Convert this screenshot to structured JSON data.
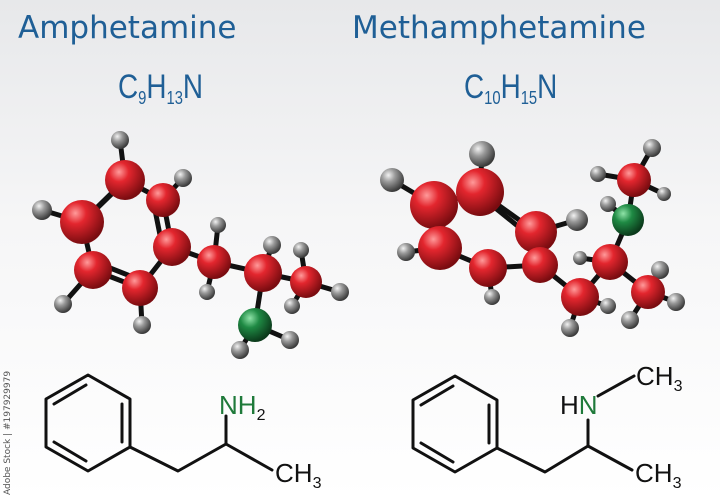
{
  "amphetamine": {
    "name": "Amphetamine",
    "formula": {
      "c": "C",
      "c_n": "9",
      "h": "H",
      "h_n": "13",
      "n": "N"
    },
    "structure": {
      "amine": "NH",
      "amine_sub": "2",
      "methyl": "CH",
      "methyl_sub": "3"
    }
  },
  "methamphetamine": {
    "name": "Methamphetamine",
    "formula": {
      "c": "C",
      "c_n": "10",
      "h": "H",
      "h_n": "15",
      "n": "N"
    },
    "structure": {
      "amine_h": "H",
      "amine_n": "N",
      "methyl_top": "CH",
      "methyl_top_sub": "3",
      "methyl": "CH",
      "methyl_sub": "3"
    }
  },
  "watermark": "Adobe Stock | #197929979",
  "colors": {
    "title": "#1f5f96",
    "carbon": "#d0202a",
    "hydrogen": "#8a8a8a",
    "nitrogen": "#1f7a3a",
    "bond": "#111111"
  }
}
